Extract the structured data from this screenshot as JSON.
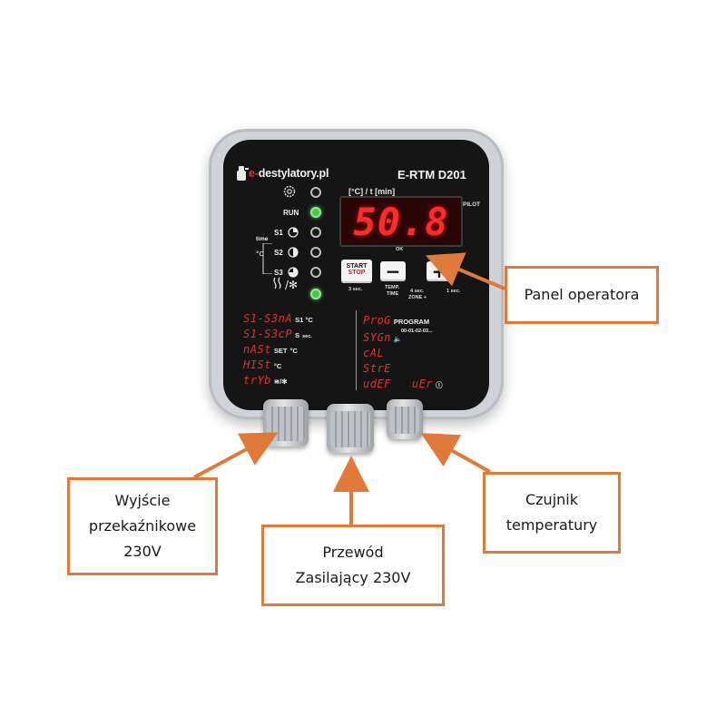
{
  "device": {
    "brand_prefix": "e-",
    "brand_name": "destylatory.pl",
    "model": "E-RTM  D201",
    "unit_label": "[°C] / t [min]",
    "display_value": "50.8",
    "pilot_label": "PILOT",
    "indicators": [
      {
        "label": "",
        "state": "off"
      },
      {
        "label": "RUN",
        "state": "on"
      },
      {
        "label": "S1",
        "state": "off"
      },
      {
        "label": "S2",
        "state": "off"
      },
      {
        "label": "S3",
        "state": "off"
      },
      {
        "label": "",
        "state": "on"
      }
    ],
    "side_time_label": "time",
    "buttons": {
      "start": "START",
      "stop": "STOP",
      "minus": "−",
      "plus": "+",
      "start_hint": "3 sec.",
      "minus_hint_1": "TEMP.",
      "minus_hint_2": "TIME",
      "zone_hint_1": "4 sec.",
      "zone_hint_2": "ZONE +",
      "plus_hint": "1 sec.",
      "ok": "OK"
    },
    "menu_left": [
      {
        "code": "S1-S3nA",
        "desc": "S1 °C"
      },
      {
        "code": "S1-S3cP",
        "desc": "S",
        "unit": "sec."
      },
      {
        "code": "nASt",
        "desc": "SET",
        "unit": "°C"
      },
      {
        "code": "HISt",
        "desc": "°C"
      },
      {
        "code": "trYb",
        "desc": "≋/✻"
      }
    ],
    "menu_right": [
      {
        "code": "ProG",
        "desc": "PROGRAM",
        "sub": "00-01-02-03..."
      },
      {
        "code": "SYGn",
        "desc": "🔈"
      },
      {
        "code": "cAL",
        "desc": ""
      },
      {
        "code": "StrE",
        "desc": ""
      },
      {
        "code": "udEF",
        "desc": "",
        "extra_code": "uEr",
        "extra_desc": "ⓘ"
      }
    ]
  },
  "callouts": {
    "panel": [
      "Panel operatora"
    ],
    "relay": [
      "Wyjście",
      "przekaźnikowe",
      "230V"
    ],
    "power": [
      "Przewód",
      "Zasilający 230V"
    ],
    "sensor": [
      "Czujnik",
      "temperatury"
    ]
  },
  "colors": {
    "callout_border": "#e07a3a",
    "arrow": "#e07a3a",
    "display_digits": "#ff2a2a",
    "led_on": "#3fcf3f"
  }
}
